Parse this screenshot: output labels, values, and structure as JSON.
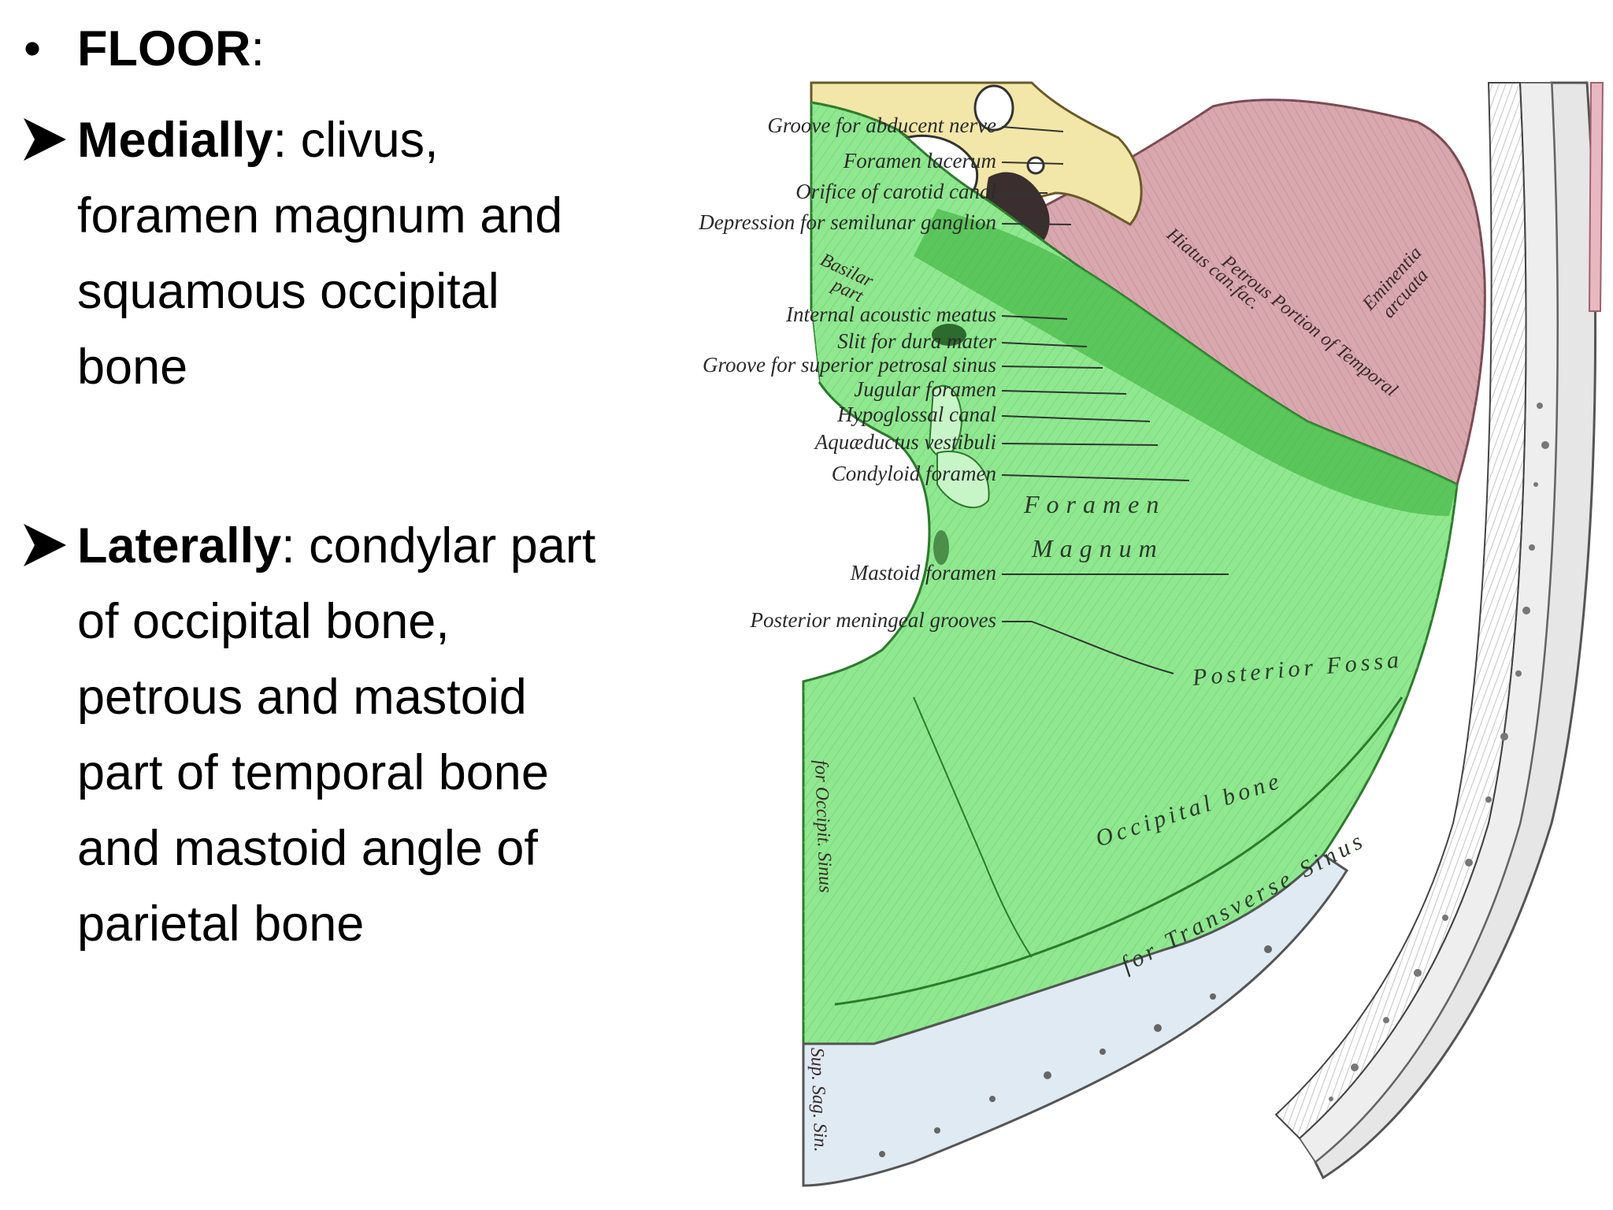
{
  "slide": {
    "heading": {
      "bullet": "•",
      "label": "FLOOR",
      "colon": ":"
    },
    "items": [
      {
        "keyword": "Medially",
        "lines": [
          ": clivus,",
          "foramen magnum and",
          "squamous occipital",
          "bone"
        ]
      },
      {
        "keyword": "Laterally",
        "lines": [
          ": condylar part",
          "of occipital bone,",
          "petrous and mastoid",
          "part of temporal bone",
          "and mastoid angle of",
          "parietal bone"
        ]
      }
    ]
  },
  "figure": {
    "labels": [
      "Groove for abducent nerve",
      "Foramen lacerum",
      "Orifice of carotid canal",
      "Depression for semilunar ganglion",
      "Internal acoustic meatus",
      "Slit for dura mater",
      "Groove for superior petrosal sinus",
      "Jugular foramen",
      "Hypoglossal canal",
      "Aquæductus vestibuli",
      "Condyloid foramen",
      "Mastoid foramen",
      "Posterior meningeal grooves"
    ],
    "region_labels": {
      "foramen": "Foramen",
      "magnum": "Magnum",
      "basilar_1": "Basilar",
      "basilar_2": "part",
      "petrous": "Petrous Portion of Temporal",
      "eminentia_1": "Eminentia",
      "eminentia_2": "arcuata",
      "hiatus": "Hiatus can.fac.",
      "posterior_fossa": "Posterior Fossa",
      "occipital_bone": "Occipital bone",
      "transverse_sinus": "for Transverse Sinus",
      "occipit_sinus": "for Occipit. Sinus",
      "sup_sag_sin": "Sup. Sag. Sin."
    },
    "colors": {
      "occipital_green": "#8fe88f",
      "petrous_pink": "#d8a8ae",
      "yellow_bone": "#f2e7a8",
      "skull_gray": "#dcdcdc",
      "pale_blue": "#dfeaf3"
    }
  }
}
